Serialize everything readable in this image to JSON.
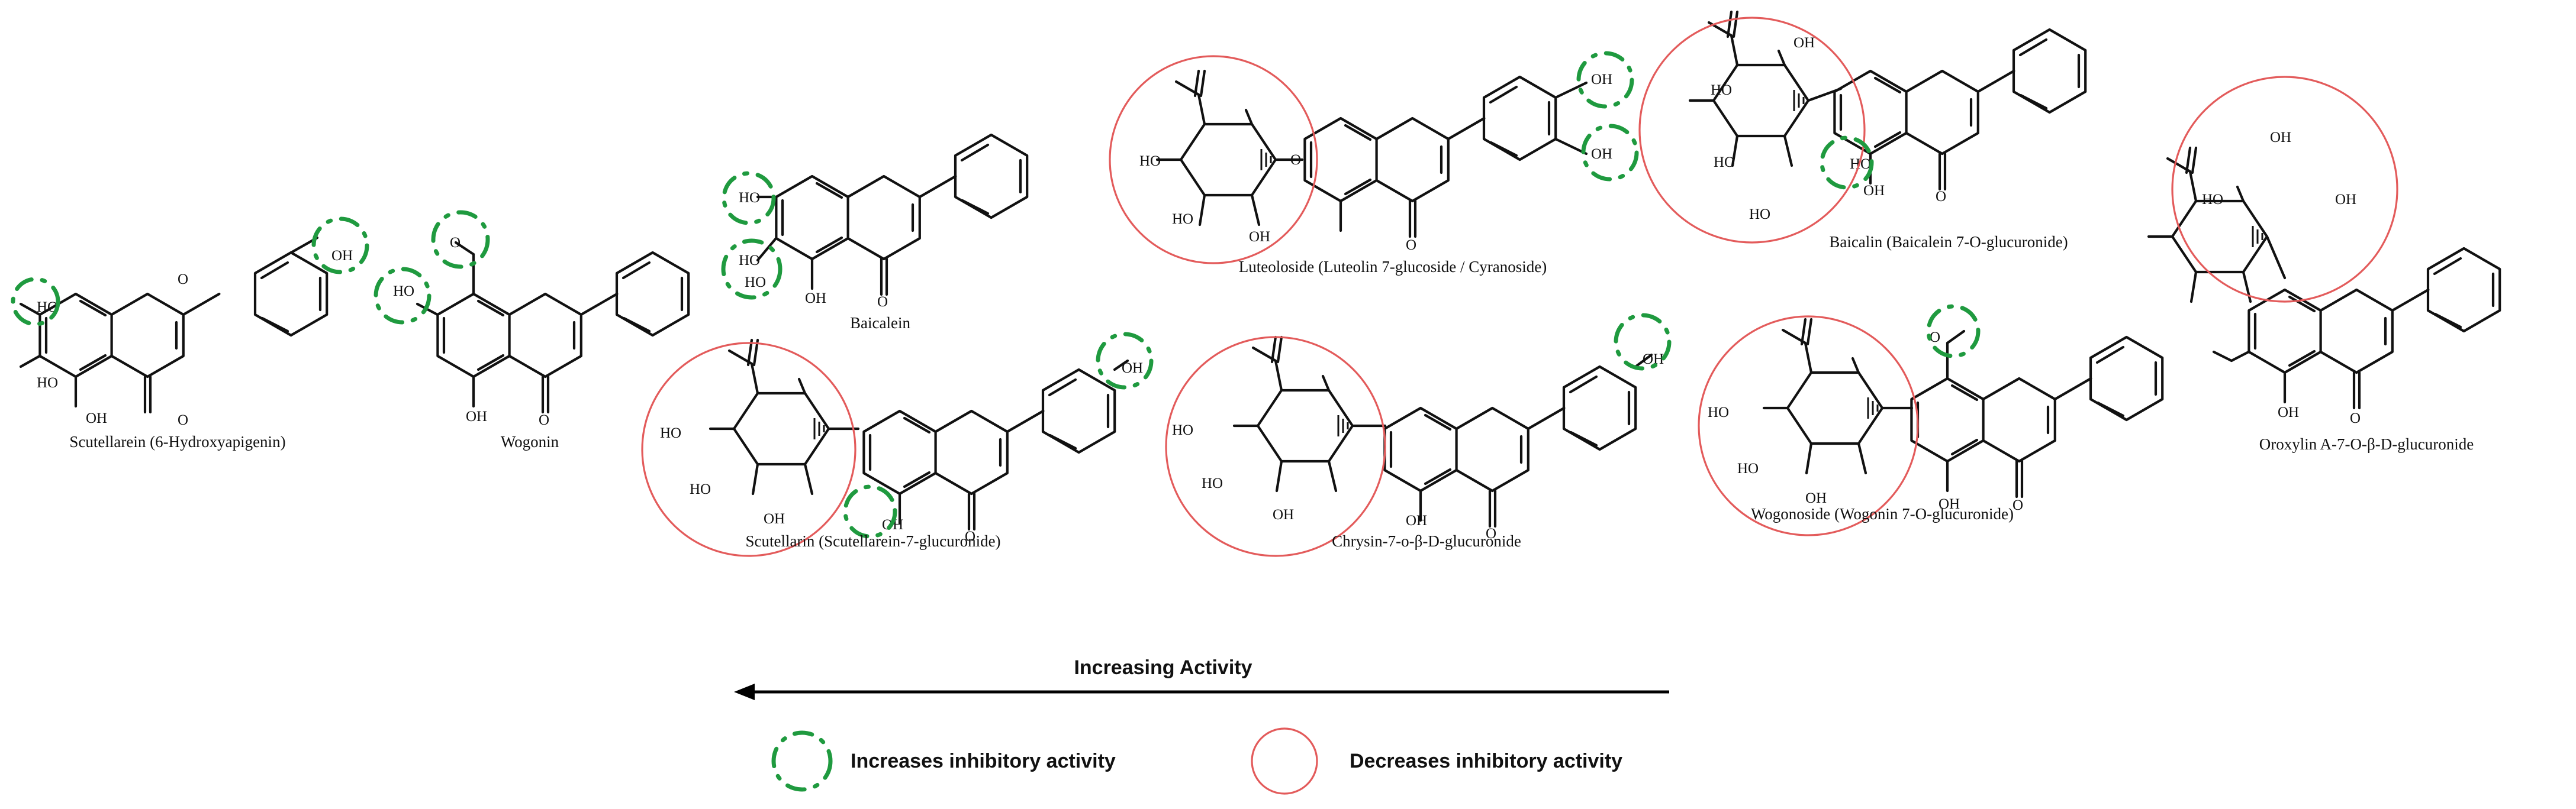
{
  "compounds": {
    "scutellarein": "Scutellarein (6-Hydroxyapigenin)",
    "wogonin": "Wogonin",
    "baicalein": "Baicalein",
    "luteoloside": "Luteoloside (Luteolin 7-glucoside / Cyranoside)",
    "baicalin": "Baicalin (Baicalein 7-O-glucuronide)",
    "oroxylin": "Oroxylin A-7-O-β-D-glucuronide",
    "scutellarin": "Scutellarin (Scutellarein-7-glucuronide)",
    "chrysin": "Chrysin-7-o-β-D-glucuronide",
    "wogonoside": "Wogonoside (Wogonin 7-O-glucuronide)"
  },
  "atoms": {
    "oh": "OH",
    "ho": "HO",
    "o": "O"
  },
  "arrow": {
    "label": "Increasing Activity"
  },
  "legend": {
    "increase": "Increases inhibitory activity",
    "decrease": "Decreases inhibitory activity"
  },
  "colors": {
    "increase_marker": "#1f9a3f",
    "decrease_marker": "#e35b5b",
    "bonds": "#111111",
    "arrow": "#000000"
  }
}
